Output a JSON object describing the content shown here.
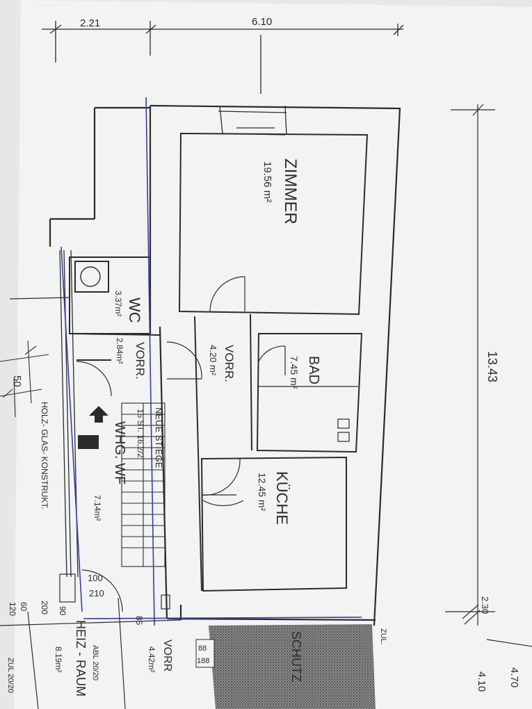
{
  "dimensions": {
    "top_left": "2.21",
    "top_right": "6.10",
    "right_total": "13.43",
    "right_small": "2.30",
    "bottom_right_a": "4.70",
    "bottom_right_b": "4.10",
    "left_small": "50"
  },
  "rooms": {
    "zimmer": {
      "name": "ZIMMER",
      "area": "19.56 m²"
    },
    "bad": {
      "name": "BAD",
      "area": "7.45 m²"
    },
    "kueche": {
      "name": "KÜCHE",
      "area": "12.45 m²"
    },
    "vorr_main": {
      "name": "VORR.",
      "area": "4.20 m²"
    },
    "wc": {
      "name": "WC",
      "area": "3.37m²"
    },
    "vorr_small": {
      "name": "VORR.",
      "area": "2.84m²"
    },
    "whg": {
      "name": "WHG. WF",
      "area": "7.14m²"
    },
    "heizraum": {
      "name": "HEIZ - RAUM",
      "area": "8.19m²"
    },
    "vorr_bottom": {
      "name": "VORR",
      "area": "4.42m²"
    },
    "schutz": {
      "name": "SCHUTZ"
    }
  },
  "labels": {
    "stairs_note": "NEUE STIEGE",
    "stairs_steps": "15 ST. 16,2/2",
    "construction": "HOLZ- GLAS- KONSTRUKT.",
    "door_100": "100",
    "door_210": "210",
    "door_88": "88",
    "door_188": "188",
    "zul_a": "ZUL.",
    "zul_b": "ZUL 20/20",
    "abl": "ABL 20/20",
    "num_120": "120",
    "num_60": "60",
    "num_200": "200",
    "num_90": "90",
    "num_85": "85"
  },
  "colors": {
    "paper": "#f4f5f5",
    "ink": "#2b2b2b",
    "pen": "#3a3aa8",
    "hatch": "#555555"
  }
}
